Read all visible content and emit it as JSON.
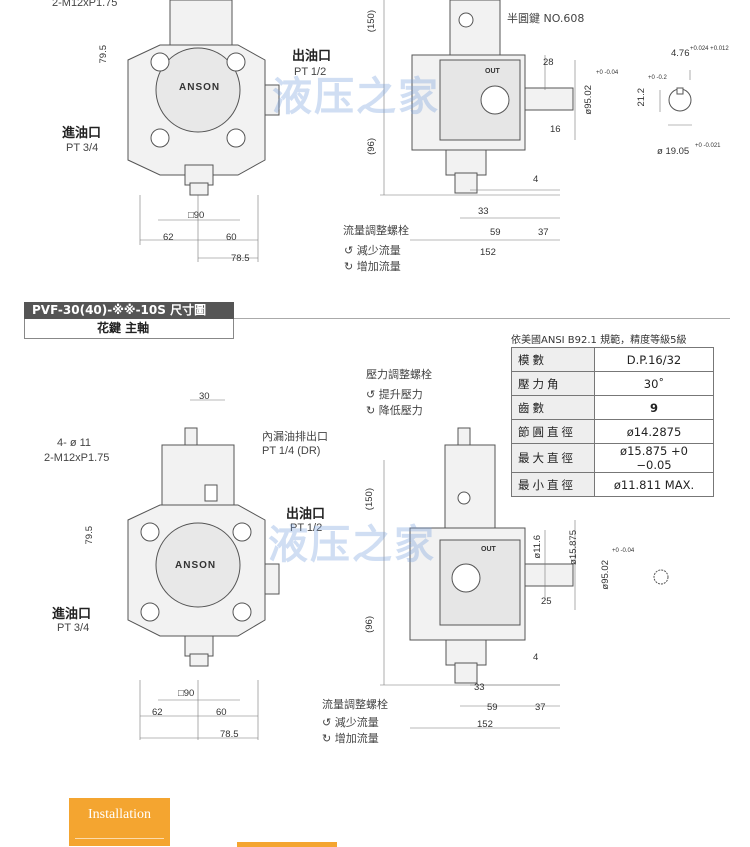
{
  "top": {
    "thread_partial": "2-M12xP1.75",
    "dim_79_5": "79.5",
    "out_port": "出油口",
    "out_port_size": "PT 1/2",
    "brand": "ANSON",
    "in_port": "進油口",
    "in_port_size": "PT 3/4",
    "dim_150": "(150)",
    "dim_96": "(96)",
    "key_label": "半圓鍵 NO.608",
    "dim_28": "28",
    "dim_16": "16",
    "dim_4": "4",
    "dim_33": "33",
    "dim_59": "59",
    "dim_37": "37",
    "dim_152": "152",
    "dim_95_02": "ø95.02",
    "dim_95_tol": "+0 -0.04",
    "dim_90": "□90",
    "dim_62": "62",
    "dim_60": "60",
    "dim_78_5": "78.5",
    "flow_screw": "流量調整螺栓",
    "flow_less": "減少流量",
    "flow_more": "增加流量",
    "dim_4_76": "4.76",
    "dim_4_76_tol": "+0.024 +0.012",
    "dim_21_2": "21.2",
    "dim_21_2_tol": "+0 -0.2",
    "dim_19_05": "ø 19.05",
    "dim_19_05_tol": "+0 -0.021",
    "out_mark": "OUT"
  },
  "section": {
    "title": "PVF-30(40)-※※-10S 尺寸圖",
    "subtitle": "花鍵 主軸"
  },
  "bottom": {
    "holes": "4- ø 11",
    "thread": "2-M12xP1.75",
    "dim_30": "30",
    "drain": "內漏油排出口",
    "drain_size": "PT 1/4 (DR)",
    "dim_79_5": "79.5",
    "out_port": "出油口",
    "out_port_size": "PT 1/2",
    "brand": "ANSON",
    "in_port": "進油口",
    "in_port_size": "PT 3/4",
    "dim_90": "□90",
    "dim_62": "62",
    "dim_60": "60",
    "dim_78_5": "78.5",
    "pressure_screw": "壓力調整螺栓",
    "press_up": "提升壓力",
    "press_down": "降低壓力",
    "dim_150": "(150)",
    "dim_96": "(96)",
    "dim_11_6": "ø11.6",
    "dim_15_875": "ø15.875",
    "dim_95_02": "ø95.02",
    "dim_95_tol": "+0 -0.04",
    "dim_25": "25",
    "dim_4": "4",
    "dim_33": "33",
    "dim_59": "59",
    "dim_37": "37",
    "dim_152": "152",
    "flow_screw": "流量調整螺栓",
    "flow_less": "減少流量",
    "flow_more": "增加流量",
    "out_mark": "OUT"
  },
  "spec": {
    "note": "依美國ANSI  B92.1 規範，精度等級5級",
    "rows": [
      {
        "k": "模數",
        "v": "D.P.16/32"
      },
      {
        "k": "壓力角",
        "v": "30˚"
      },
      {
        "k": "齒數",
        "v": "9"
      },
      {
        "k": "節圓直徑",
        "v": "ø14.2875"
      },
      {
        "k": "最大直徑",
        "v": "ø15.875 +0 −0.05"
      },
      {
        "k": "最小直徑",
        "v": "ø11.811 MAX."
      }
    ]
  },
  "watermark": "液压之家",
  "install_label": "Installation"
}
